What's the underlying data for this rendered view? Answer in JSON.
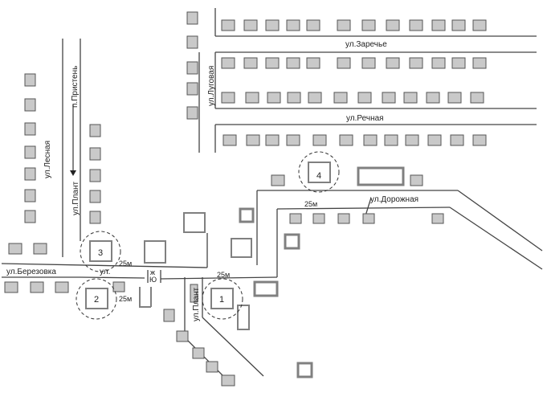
{
  "streets": {
    "zarechye": "ул.Заречье",
    "lugovaya": "ул.Луговая",
    "rechnaya": "ул.Речная",
    "pristen": "п.Пристень",
    "lesnaya": "ул.Лесная",
    "plant_north": "ул.Плант",
    "plant_south": "ул.Плант",
    "dorozhnaya": "ул.Дорожная",
    "berezovka": "ул.Березовка",
    "ul_fragment": "ул."
  },
  "distances": {
    "d3": "25м",
    "d2": "25м",
    "d1": "25м",
    "d4": "25м"
  },
  "sites": [
    {
      "label": "1"
    },
    {
      "label": "2"
    },
    {
      "label": "3"
    },
    {
      "label": "4"
    }
  ],
  "intersection_marks": {
    "top": "ж",
    "bottom": "Ю"
  }
}
